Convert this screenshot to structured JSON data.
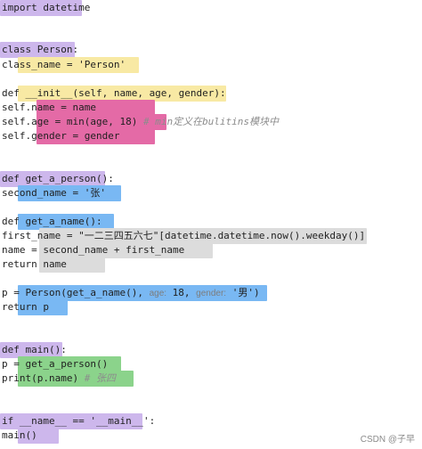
{
  "code": {
    "line1": "import datetime",
    "line2": "class Person:",
    "line3": "    class_name = 'Person'",
    "line4": "    def __init__(self, name, age, gender):",
    "line5": "        self.name = name",
    "line6": "        self.age = min(age, 18)",
    "line6_comment": "  # min定义在bulitins模块中",
    "line7": "        self.gender = gender",
    "line8": "def get_a_person():",
    "line9": "    second_name = '张'",
    "line10": "    def get_a_name():",
    "line11": "        first_name = \"一二三四五六七\"[datetime.datetime.now().weekday()]",
    "line12": "        name = second_name + first_name",
    "line13": "        return name",
    "line14_a": "    p = Person(get_a_name(), ",
    "line14_hint_age_label": "age:",
    "line14_hint_age_value": " 18, ",
    "line14_hint_gender_label": "gender:",
    "line14_hint_gender_value": " '男')",
    "line15": "    return p",
    "line16": "def main():",
    "line17": "    p = get_a_person()",
    "line18": "    print(p.name)",
    "line18_comment": "  # 张四",
    "line19": "if __name__ == '__main__':",
    "line20": "    main()"
  },
  "watermark": "CSDN @子早",
  "colors": {
    "purple": "#cdb7ec",
    "yellow": "#f8e9a4",
    "pink": "#e46aa6",
    "blue": "#79b8f3",
    "gray": "#dcdcdc",
    "green": "#8bd38b"
  }
}
